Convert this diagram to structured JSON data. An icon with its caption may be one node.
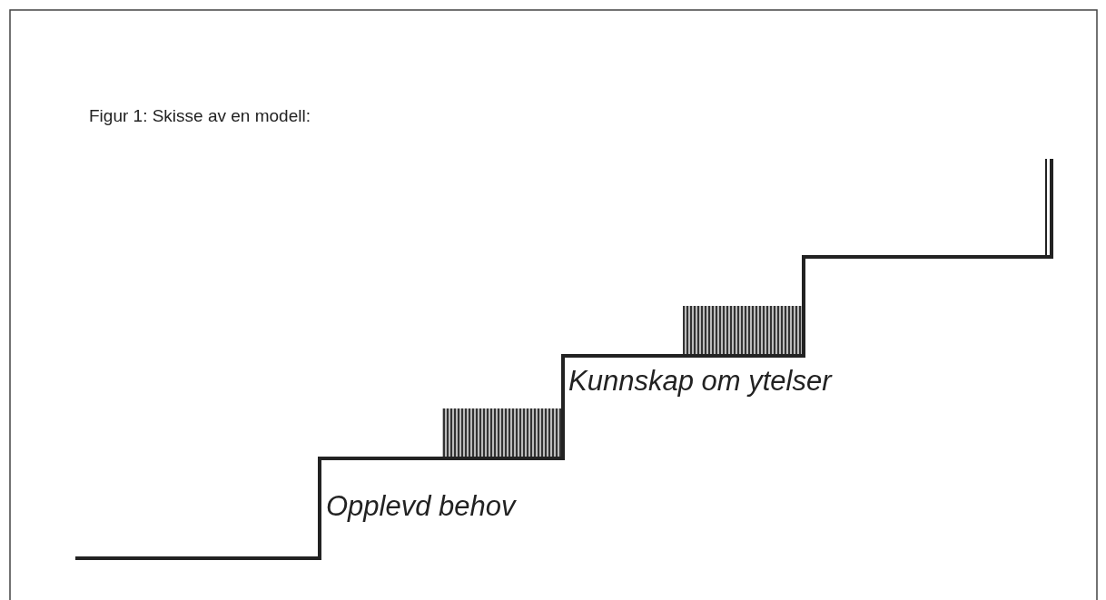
{
  "diagram": {
    "title": "Figur 1: Skisse av en modell:",
    "labels": [
      "Opplevd behov",
      "Kunnskap om ytelser"
    ]
  }
}
